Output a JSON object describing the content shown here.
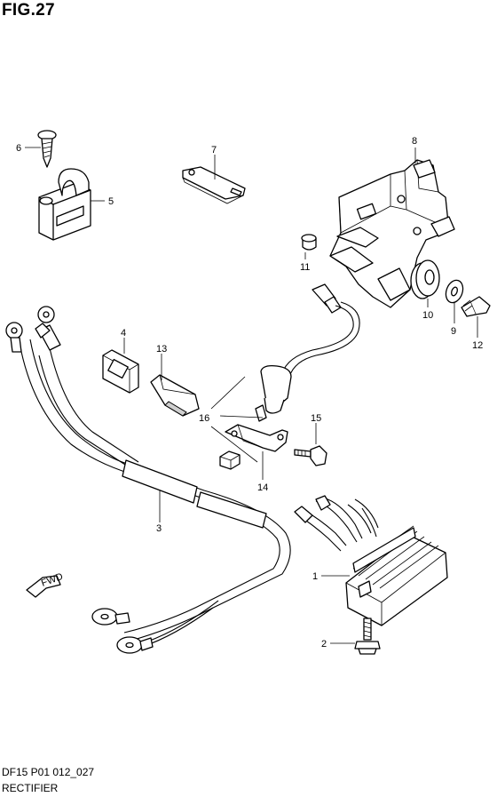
{
  "figure": {
    "title": "FIG.27"
  },
  "footer": {
    "code": "DF15 P01 012_027",
    "name": "RECTIFIER"
  },
  "arrow": {
    "label": "FWD"
  },
  "callouts": [
    "1",
    "2",
    "3",
    "4",
    "5",
    "6",
    "7",
    "8",
    "9",
    "10",
    "11",
    "12",
    "13",
    "14",
    "15",
    "16"
  ]
}
